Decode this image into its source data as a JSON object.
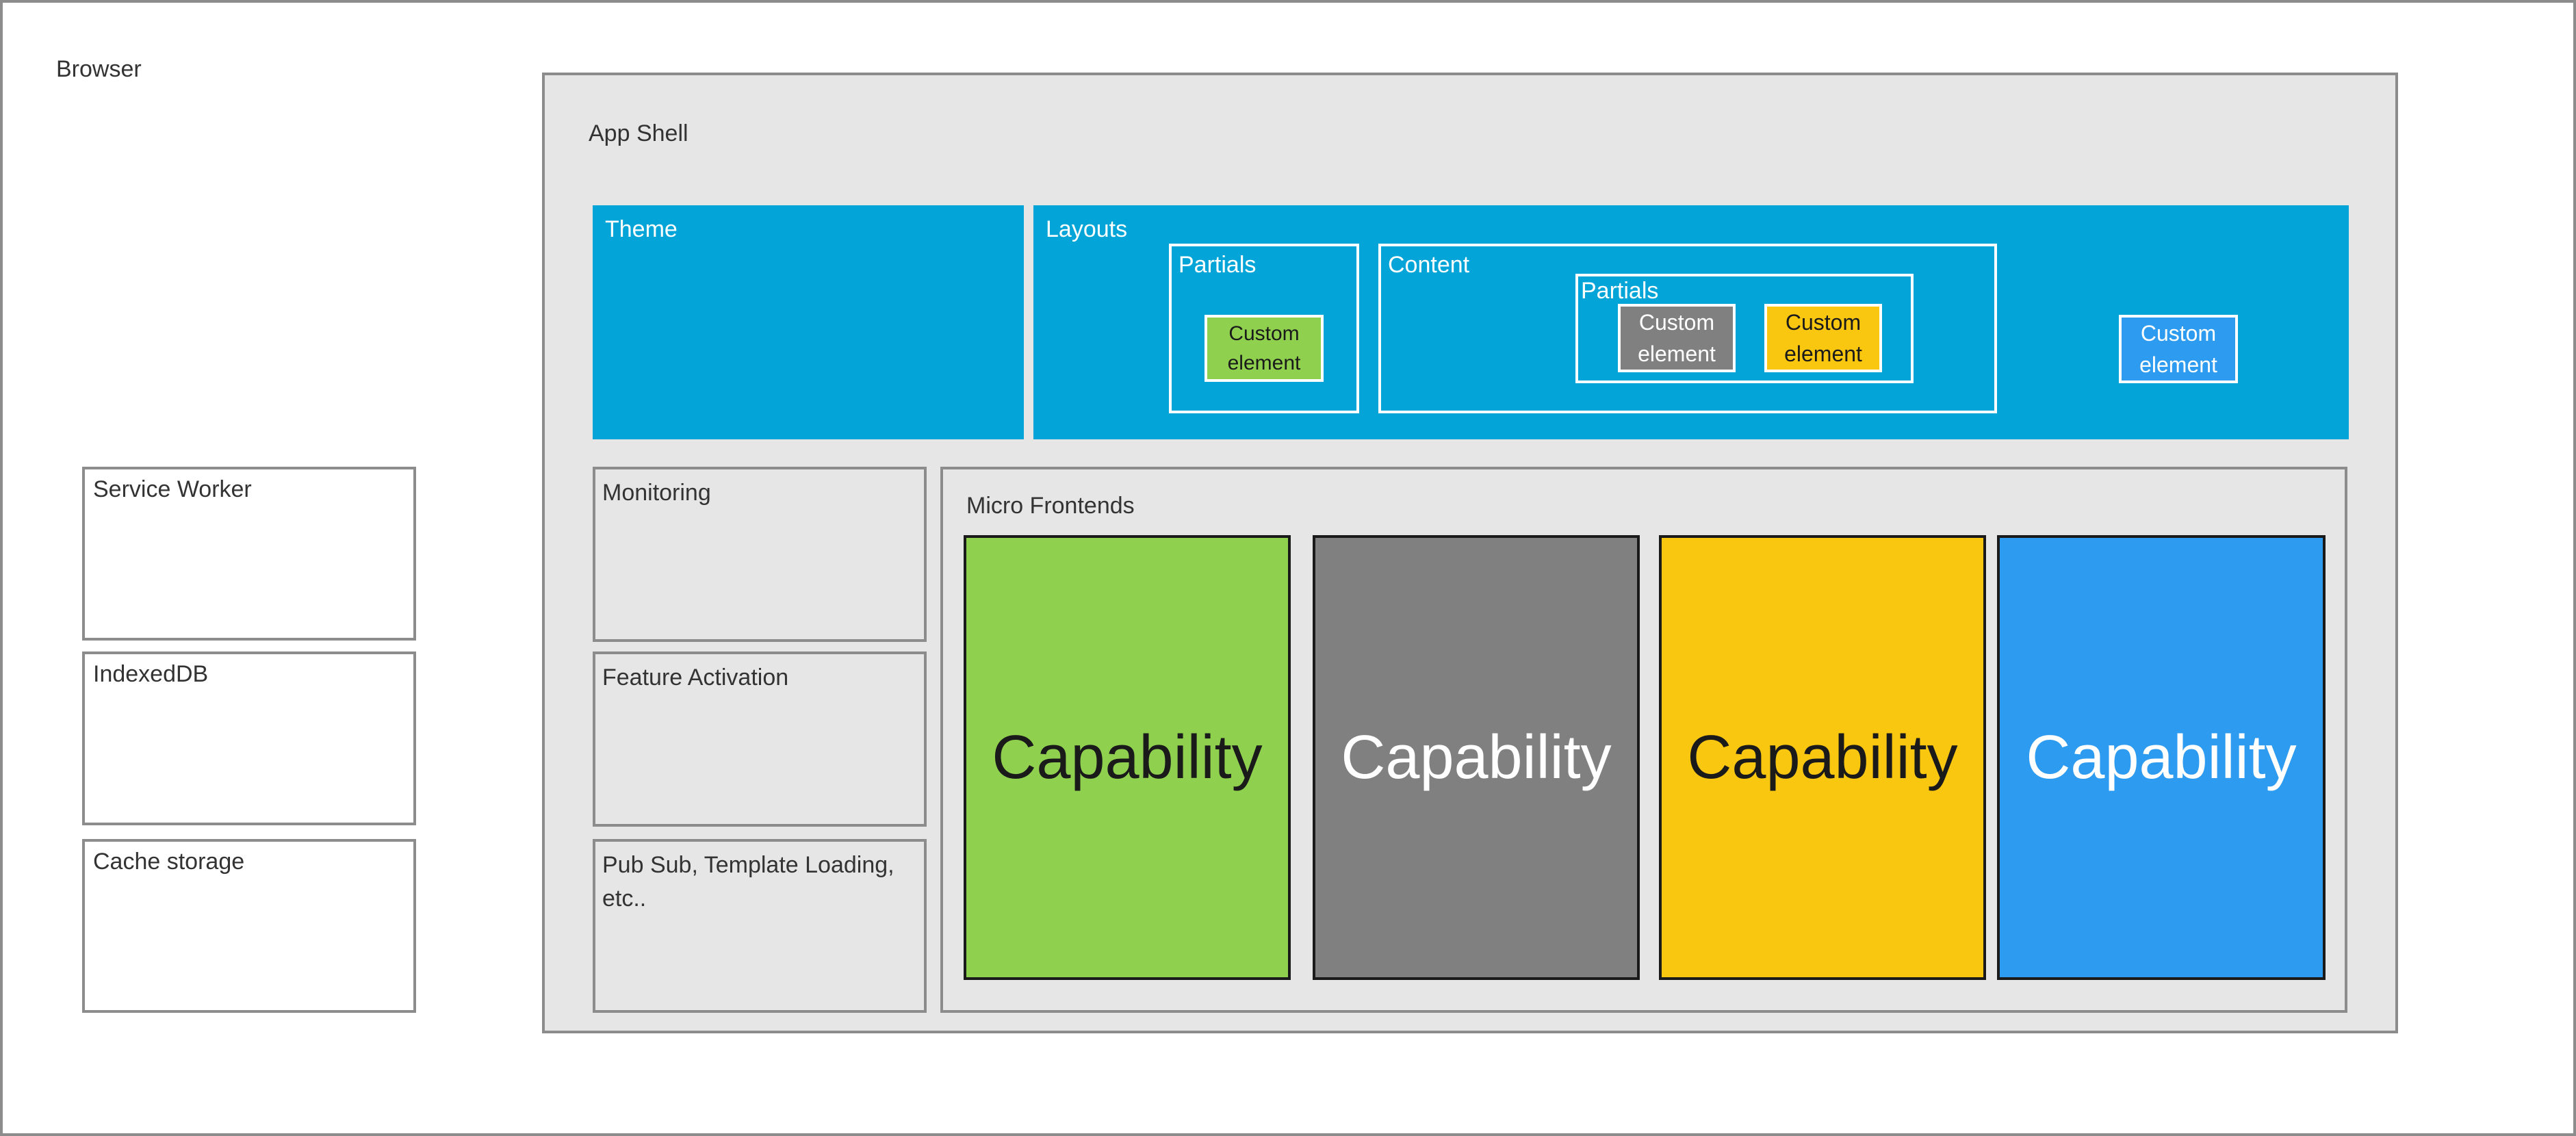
{
  "browser": {
    "label": "Browser",
    "side_boxes": [
      "Service Worker",
      "IndexedDB",
      "Cache storage"
    ]
  },
  "app_shell": {
    "label": "App Shell",
    "theme": {
      "label": "Theme"
    },
    "layouts": {
      "label": "Layouts",
      "partials_left": {
        "label": "Partials",
        "custom_element": "Custom element"
      },
      "content": {
        "label": "Content",
        "partials": {
          "label": "Partials",
          "custom_elements": [
            "Custom element",
            "Custom element"
          ]
        }
      },
      "custom_element_right": "Custom element"
    },
    "services": [
      "Monitoring",
      "Feature Activation",
      "Pub Sub, Template Loading, etc.."
    ],
    "micro_frontends": {
      "label": "Micro Frontends",
      "capabilities": [
        "Capability",
        "Capability",
        "Capability",
        "Capability"
      ]
    }
  },
  "colors": {
    "layout_blue": "#03a5d8",
    "green": "#8fd14f",
    "gray": "#808080",
    "yellow": "#fac710",
    "blue": "#2d9bf0",
    "shell_gray": "#e6e6e6",
    "border_gray": "#8c8c8c"
  }
}
